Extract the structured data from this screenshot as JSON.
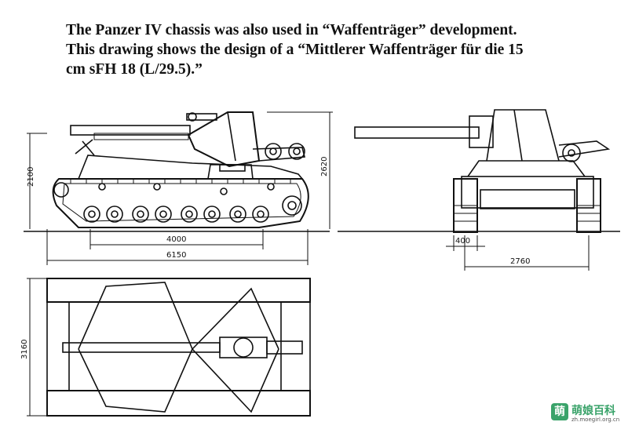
{
  "caption": {
    "line1": "The Panzer IV chassis was also used in “Waffenträger” development.",
    "line2": "This drawing shows the design of a “Mittlerer Waffenträger für die 15",
    "line3": "cm sFH 18 (L/29.5).”"
  },
  "dimensions": {
    "height_left": "2100",
    "height_right": "2620",
    "wheelbase": "4000",
    "overall_length": "6150",
    "track_width": "400",
    "overall_width": "2760",
    "top_width": "3160"
  },
  "watermark": {
    "logo": "萌",
    "title": "萌娘百科",
    "url": "zh.moegirl.org.cn"
  }
}
